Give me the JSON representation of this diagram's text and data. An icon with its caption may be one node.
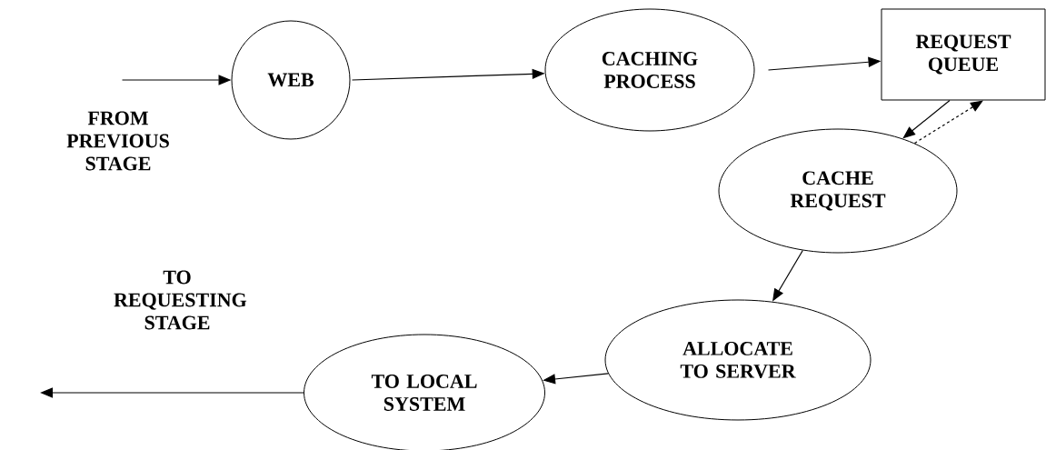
{
  "diagram": {
    "nodes": [
      {
        "text": [
          "WEB"
        ]
      },
      {
        "text": [
          "CACHING PROCESS"
        ]
      },
      {
        "text": [
          "REQUEST QUEUE"
        ]
      },
      {
        "text": [
          "CACHE REQUEST"
        ]
      },
      {
        "text": [
          "ALLOCATE TO SERVER"
        ]
      },
      {
        "text": [
          "TO LOCAL SYSTEM"
        ]
      }
    ],
    "edges": [
      {
        "from": null,
        "to": 0,
        "arrow": "to"
      },
      {
        "from": 0,
        "to": 1,
        "arrow": "to"
      },
      {
        "from": 1,
        "to": 2,
        "arrow": "to"
      },
      {
        "from": 2,
        "to": 3,
        "arrow": "to"
      },
      {
        "from": 3,
        "to": 2,
        "arrow": "to",
        "style": "dashed"
      },
      {
        "from": 3,
        "to": 4,
        "arrow": "to"
      },
      {
        "from": 4,
        "to": 5,
        "arrow": "to"
      },
      {
        "from": 5,
        "to": null,
        "arrow": "to"
      }
    ],
    "labels": [
      "FROM PREVIOUS STAGE",
      "TO REQUESTING STAGE"
    ]
  }
}
